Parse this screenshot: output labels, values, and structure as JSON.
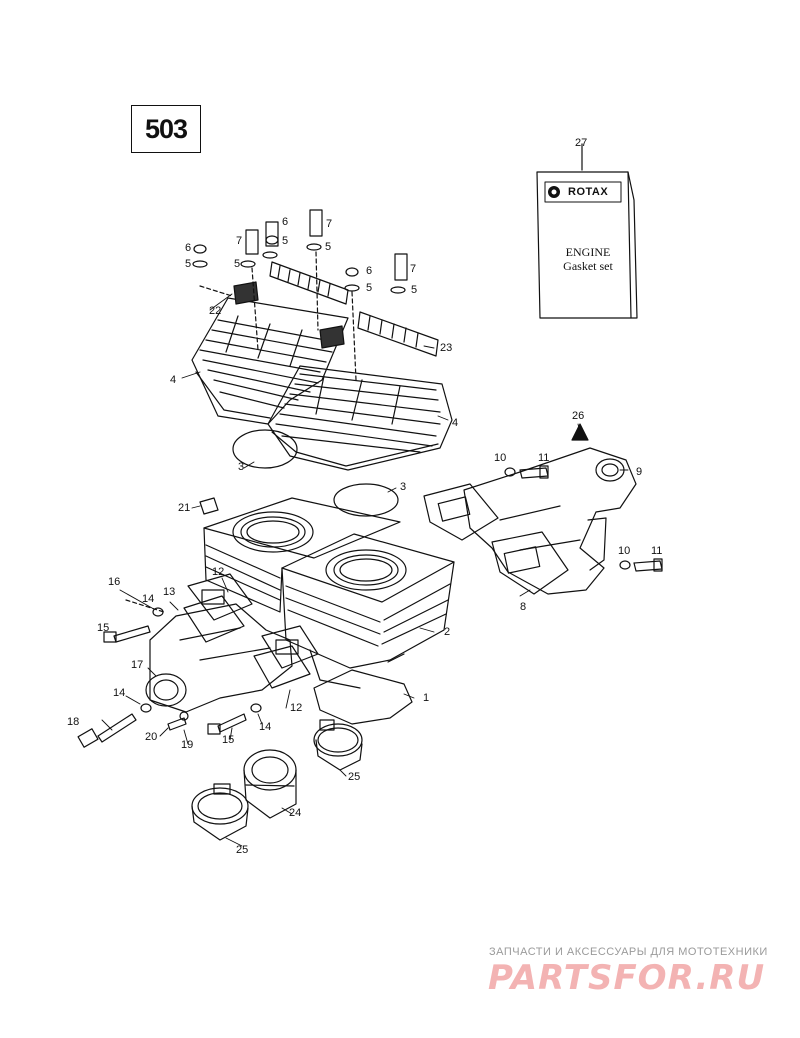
{
  "model": "503",
  "gasket_kit": {
    "callout": "27",
    "brand": "ROTAX",
    "line1": "ENGINE",
    "line2": "Gasket set"
  },
  "callouts": {
    "c1": "1",
    "c2": "2",
    "c3a": "3",
    "c3b": "3",
    "c4a": "4",
    "c4b": "4",
    "c5a": "5",
    "c5b": "5",
    "c5c": "5",
    "c5d": "5",
    "c5e": "5",
    "c5f": "5",
    "c6a": "6",
    "c6b": "6",
    "c6c": "6",
    "c7a": "7",
    "c7b": "7",
    "c7c": "7",
    "c8": "8",
    "c9": "9",
    "c10a": "10",
    "c10b": "10",
    "c11a": "11",
    "c11b": "11",
    "c12a": "12",
    "c12b": "12",
    "c13": "13",
    "c14a": "14",
    "c14b": "14",
    "c14c": "14",
    "c15a": "15",
    "c15b": "15",
    "c16": "16",
    "c17": "17",
    "c18": "18",
    "c19": "19",
    "c20": "20",
    "c21": "21",
    "c22": "22",
    "c23": "23",
    "c24": "24",
    "c25a": "25",
    "c25b": "25",
    "c26": "26"
  },
  "watermark": {
    "tagline": "ЗАПЧАСТИ И АКСЕССУАРЫ ДЛЯ МОТОТЕХНИКИ",
    "logo": "PARTSFOR.RU",
    "color": "#f3b3b3"
  }
}
